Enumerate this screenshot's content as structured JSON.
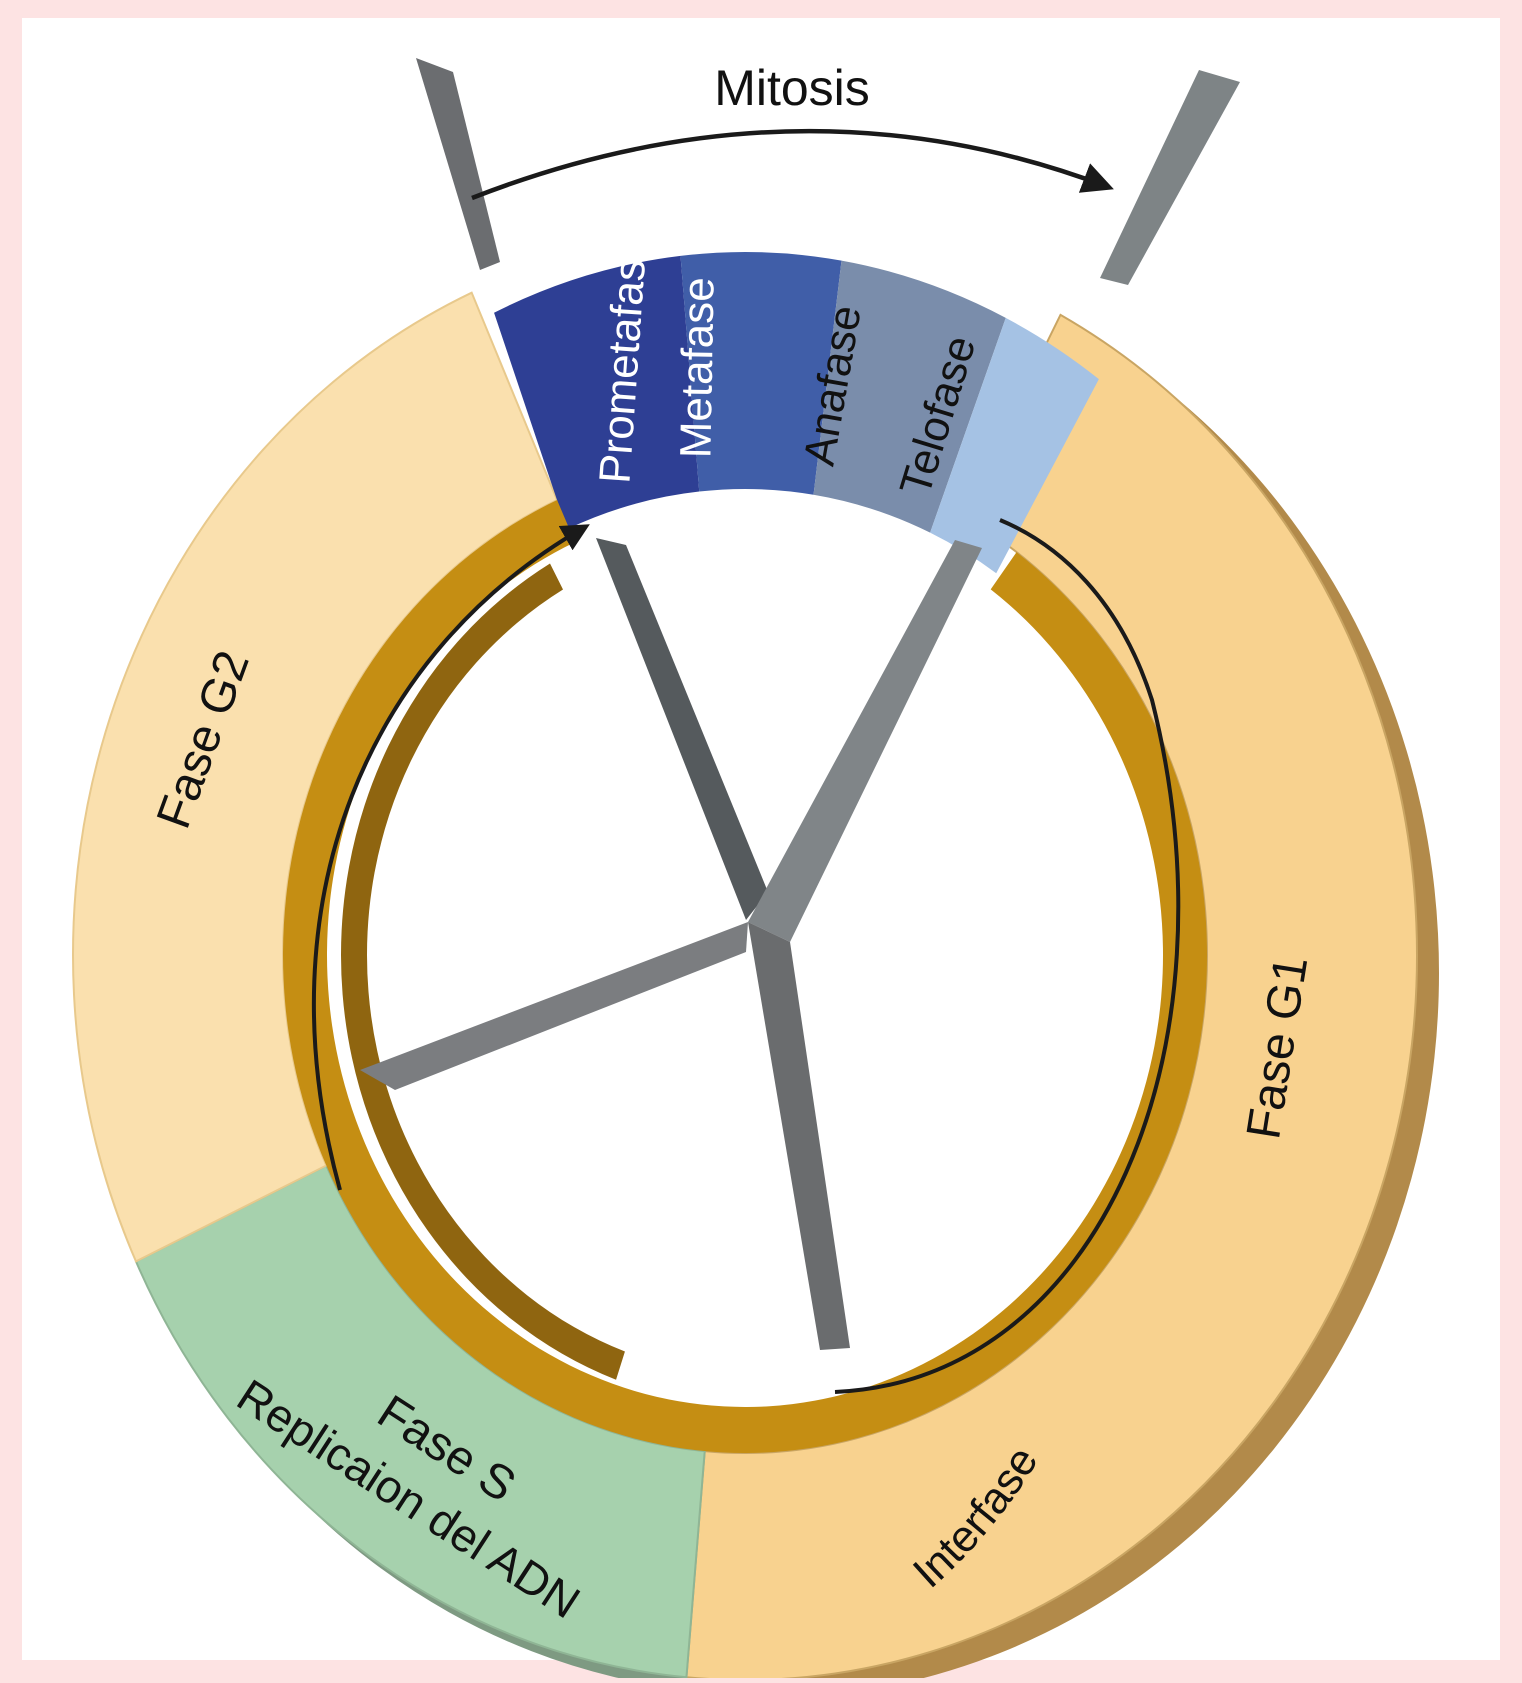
{
  "diagram": {
    "title": "Mitosis",
    "mitosis_phases": [
      {
        "label": "Prometafase",
        "color": "#2e3f94",
        "text_color": "#ffffff"
      },
      {
        "label": "Metafase",
        "color": "#405ea8",
        "text_color": "#ffffff"
      },
      {
        "label": "Anafase",
        "color": "#7a8dab",
        "text_color": "#111111"
      },
      {
        "label": "Telofase",
        "color": "#a5c2e4",
        "text_color": "#111111"
      }
    ],
    "phases": {
      "g1": {
        "label": "Fase G1",
        "color": "#f8d28f"
      },
      "g2": {
        "label": "Fase G2",
        "color": "#fae0ae"
      },
      "s": {
        "label_line1": "Fase S",
        "label_line2": "Replicaion del ADN",
        "color": "#a6d1ad"
      }
    },
    "interphase_label": "Interfase",
    "inner_ring_color": "#c58e13",
    "spindle_color": "#6c6e70",
    "background_color": "#fde3e3"
  }
}
